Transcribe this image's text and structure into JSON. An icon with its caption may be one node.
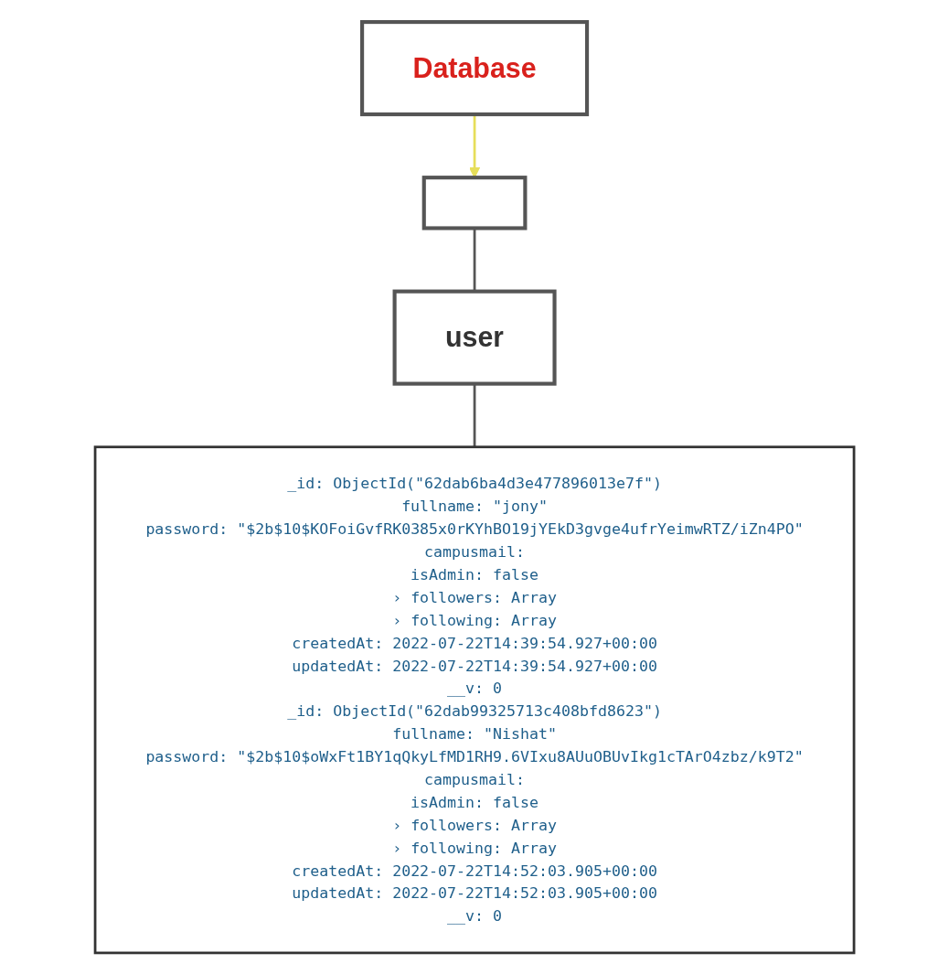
{
  "diagram": {
    "nodes": [
      {
        "text": [
          "Database"
        ]
      },
      {
        "text": [],
        "shape": "box"
      },
      {
        "text": [
          "user"
        ]
      },
      {
        "text": [
          "_id: ObjectId(\"62dab6ba4d3e477896013e7f\")",
          "fullname: \"jony\"",
          "password: \"$2b$10$KOFoiGvfRK0385x0rKYhBO19jYEkD3gvge4ufrYeimwRTZ/iZn4PO\"",
          "campusmail:",
          "isAdmin: false",
          "› followers: Array",
          "› following: Array",
          "createdAt: 2022-07-22T14:39:54.927+00:00",
          "updatedAt: 2022-07-22T14:39:54.927+00:00",
          "__v: 0",
          "_id: ObjectId(\"62dab99325713c408bfd8623\")",
          "fullname: \"Nishat\"",
          "password: \"$2b$10$oWxFt1BY1qQkyLfMD1RH9.6VIxu8AUuOBUvIkg1cTArO4zbz/k9T2\"",
          "campusmail:",
          "isAdmin: false",
          "› followers: Array",
          "› following: Array",
          "createdAt: 2022-07-22T14:52:03.905+00:00",
          "updatedAt: 2022-07-22T14:52:03.905+00:00",
          "__v: 0"
        ]
      }
    ],
    "edges": [
      {
        "from": 0,
        "to": 1,
        "arrow": "to",
        "color": "#e6de5a"
      },
      {
        "from": 1,
        "to": 2,
        "arrow": "none"
      },
      {
        "from": 2,
        "to": 3,
        "arrow": "none"
      }
    ]
  }
}
